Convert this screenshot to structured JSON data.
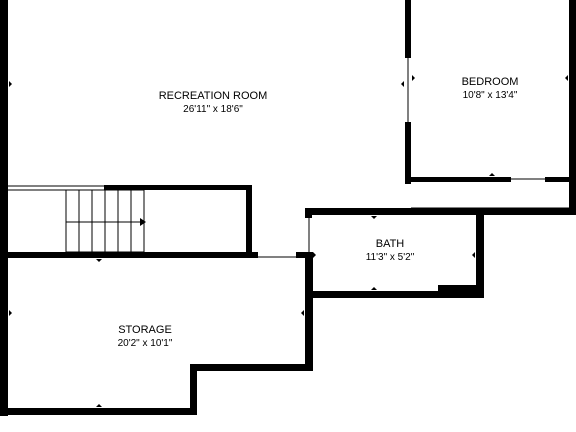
{
  "rooms": [
    {
      "id": "recreation-room",
      "name": "RECREATION ROOM",
      "dimensions": "26'11\" x 18'6\""
    },
    {
      "id": "bedroom",
      "name": "BEDROOM",
      "dimensions": "10'8\" x 13'4\""
    },
    {
      "id": "bath",
      "name": "BATH",
      "dimensions": "11'3\" x 5'2\""
    },
    {
      "id": "storage",
      "name": "STORAGE",
      "dimensions": "20'2\" x 10'1\""
    }
  ],
  "colors": {
    "wall": "#000000",
    "background": "#ffffff"
  }
}
